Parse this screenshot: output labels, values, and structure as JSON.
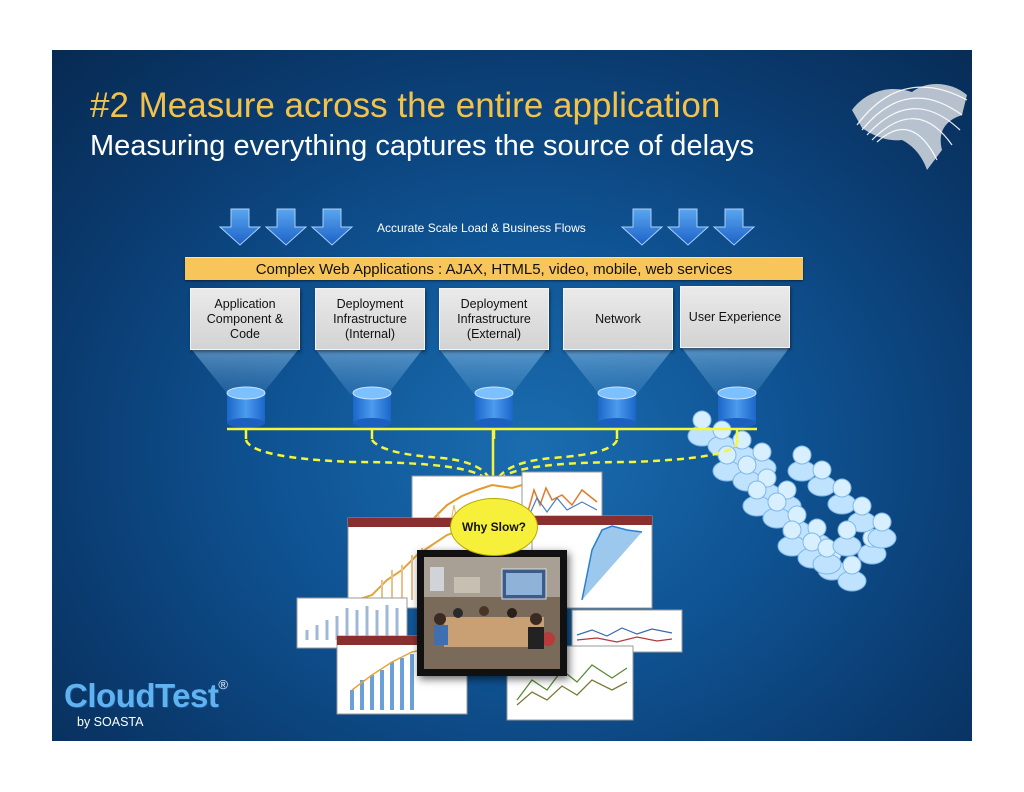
{
  "slide": {
    "title": "#2 Measure across the entire application",
    "subtitle": "Measuring everything captures the source of delays",
    "flow_label": "Accurate Scale Load & Business Flows",
    "banner": "Complex Web Applications : AJAX, HTML5, video, mobile, web services",
    "layers": [
      {
        "label": "Application Component & Code"
      },
      {
        "label": "Deployment Infrastructure (Internal)"
      },
      {
        "label": "Deployment Infrastructure (External)"
      },
      {
        "label": "Network"
      },
      {
        "label": "User Experience"
      }
    ],
    "callout": "Why Slow?",
    "logo": "CloudTest",
    "logo_mark": "®",
    "byline": "by SOASTA"
  },
  "colors": {
    "title": "#f2c24a",
    "banner": "#f7c55a",
    "connector": "#f5f53a",
    "arrow": "#2f7fe0"
  },
  "icons": [
    "down-arrow-icon",
    "database-icon",
    "user-icon",
    "world-map-icon"
  ]
}
